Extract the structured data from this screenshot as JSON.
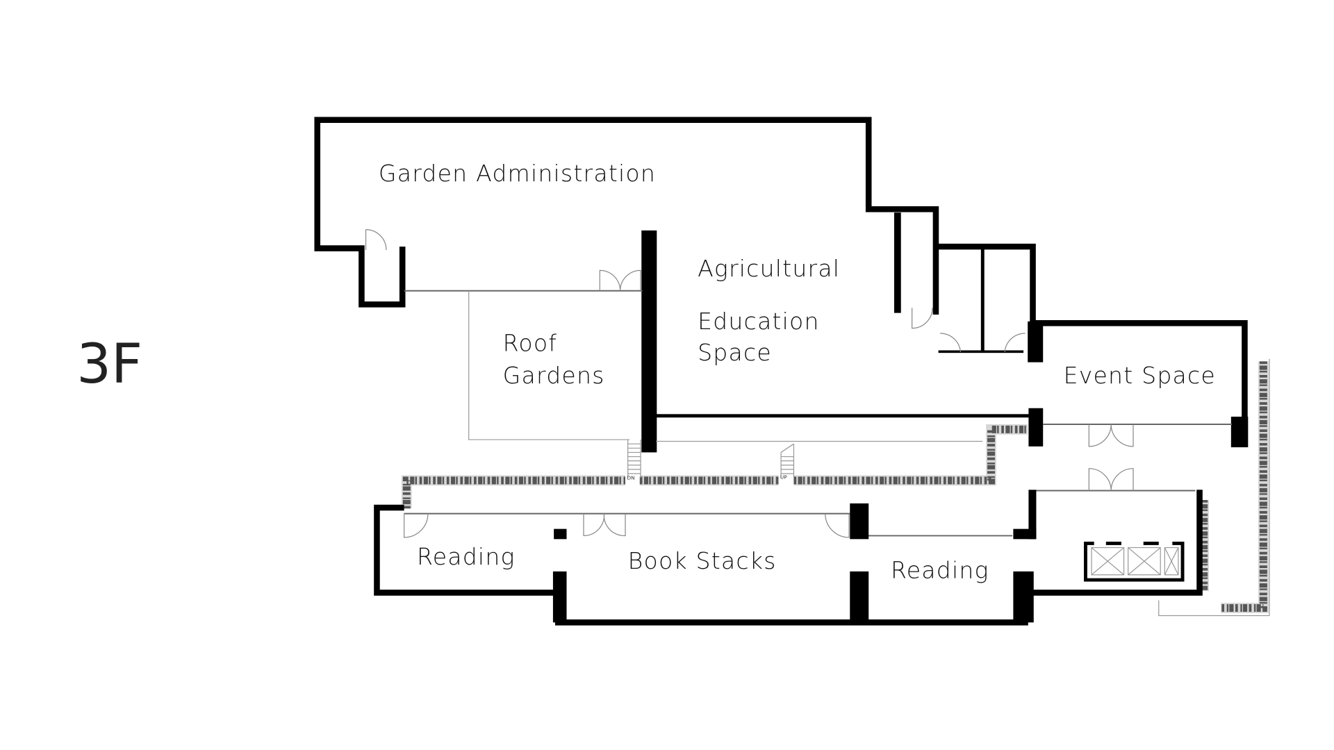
{
  "floor_label": "3F",
  "rooms": {
    "garden_admin": "Garden Administration",
    "agri_line1": "Agricultural",
    "agri_line2": "Education",
    "agri_line3": "Space",
    "roof_line1": "Roof",
    "roof_line2": "Gardens",
    "event": "Event Space",
    "reading_left": "Reading",
    "book_stacks": "Book Stacks",
    "reading_right": "Reading"
  },
  "stairs": {
    "down": "DN",
    "up": "UP"
  }
}
